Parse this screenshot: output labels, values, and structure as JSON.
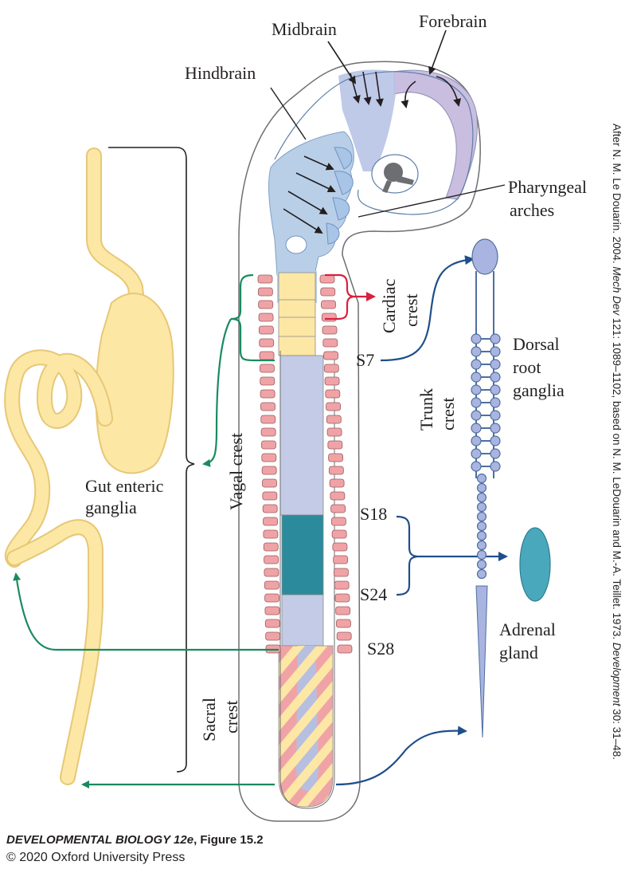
{
  "labels": {
    "midbrain": "Midbrain",
    "forebrain": "Forebrain",
    "hindbrain": "Hindbrain",
    "pharyngeal_line1": "Pharyngeal",
    "pharyngeal_line2": "arches",
    "cardiac_line1": "Cardiac",
    "cardiac_line2": "crest",
    "s7": "S7",
    "s18": "S18",
    "s24": "S24",
    "s28": "S28",
    "dorsal_line1": "Dorsal",
    "dorsal_line2": "root",
    "dorsal_line3": "ganglia",
    "trunk_line1": "Trunk",
    "trunk_line2": "crest",
    "vagal": "Vagal crest",
    "gut_line1": "Gut enteric",
    "gut_line2": "ganglia",
    "adrenal_line1": "Adrenal",
    "adrenal_line2": "gland",
    "sacral_line1": "Sacral",
    "sacral_line2": "crest"
  },
  "credit": {
    "prefix": "After N. M. Le Douarin. 2004. ",
    "journal1": "Mech Dev",
    "middle": " 121: 1089–1102, based on N. M. LeDouarin and M.-A. Teillet. 1973. ",
    "journal2": "Development",
    "suffix": " 30: 31–48."
  },
  "caption": {
    "book": "DEVELOPMENTAL BIOLOGY 12e",
    "figure": ", Figure 15.2",
    "copyright": "© 2020 Oxford University Press"
  },
  "colors": {
    "vagal_green": "#1a8a5e",
    "cardiac_red": "#d8203f",
    "trunk_blue": "#1f4f8a",
    "somite_pink": "#f0a3a6",
    "gut_yellow": "#fde7a5",
    "neural_blue": "#b9cfe8",
    "adrenal_teal": "#4aa8bd",
    "dark_teal": "#2b8b9c",
    "forebrain_lilac": "#c9bde0"
  }
}
